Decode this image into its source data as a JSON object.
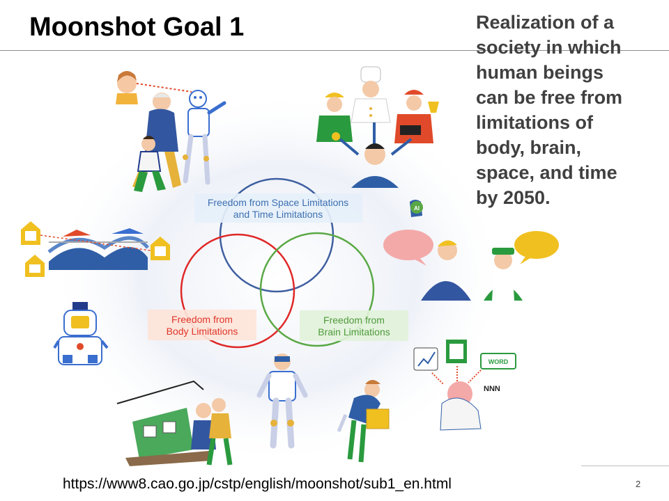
{
  "slide": {
    "title": "Moonshot Goal 1",
    "goal_text": "Realization of a\nsociety in which\nhuman beings\ncan be free from\nlimitations of\nbody, brain,\nspace, and time\nby 2050.",
    "source_url": "https://www8.cao.go.jp/cstp/english/moonshot/sub1_en.html",
    "page_number": "2"
  },
  "diagram": {
    "space_label_line1": "Freedom from Space Limitations",
    "space_label_line2": "and Time Limitations",
    "body_label_line1": "Freedom from",
    "body_label_line2": "Body Limitations",
    "brain_label_line1": "Freedom from",
    "brain_label_line2": "Brain Limitations"
  },
  "illustrations": {
    "ai_badge": "AI",
    "word_badge": "WORD",
    "sleep_letters": "NNN"
  },
  "colors": {
    "space_circle": "#3f5fa0",
    "body_circle": "#e02727",
    "brain_circle": "#5aa845",
    "space_label_bg": "#e6f0fa",
    "space_label_text": "#3d6fb0",
    "body_label_bg": "#fde4d8",
    "body_label_text": "#e0342a",
    "brain_label_bg": "#e2f2da",
    "brain_label_text": "#4e9a3c",
    "halo": "#dde3f1"
  }
}
